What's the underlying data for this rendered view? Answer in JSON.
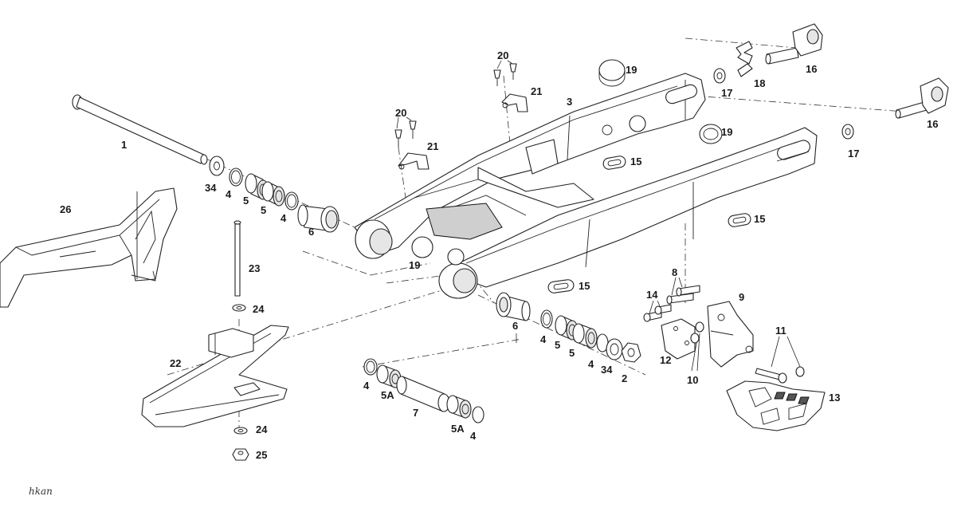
{
  "diagram": {
    "brand_mark": "hkan",
    "callouts": [
      {
        "id": "c1",
        "label": "1"
      },
      {
        "id": "c2",
        "label": "2"
      },
      {
        "id": "c3",
        "label": "3"
      },
      {
        "id": "c4a",
        "label": "4"
      },
      {
        "id": "c4b",
        "label": "4"
      },
      {
        "id": "c4c",
        "label": "4"
      },
      {
        "id": "c4d",
        "label": "4"
      },
      {
        "id": "c4e",
        "label": "4"
      },
      {
        "id": "c4f",
        "label": "4"
      },
      {
        "id": "c5a",
        "label": "5"
      },
      {
        "id": "c5b",
        "label": "5"
      },
      {
        "id": "c5c",
        "label": "5"
      },
      {
        "id": "c5d",
        "label": "5"
      },
      {
        "id": "c5Aa",
        "label": "5A"
      },
      {
        "id": "c5Ab",
        "label": "5A"
      },
      {
        "id": "c6a",
        "label": "6"
      },
      {
        "id": "c6b",
        "label": "6"
      },
      {
        "id": "c7",
        "label": "7"
      },
      {
        "id": "c8",
        "label": "8"
      },
      {
        "id": "c9",
        "label": "9"
      },
      {
        "id": "c10",
        "label": "10"
      },
      {
        "id": "c11",
        "label": "11"
      },
      {
        "id": "c12",
        "label": "12"
      },
      {
        "id": "c13",
        "label": "13"
      },
      {
        "id": "c14",
        "label": "14"
      },
      {
        "id": "c15a",
        "label": "15"
      },
      {
        "id": "c15b",
        "label": "15"
      },
      {
        "id": "c15c",
        "label": "15"
      },
      {
        "id": "c16a",
        "label": "16"
      },
      {
        "id": "c16b",
        "label": "16"
      },
      {
        "id": "c17a",
        "label": "17"
      },
      {
        "id": "c17b",
        "label": "17"
      },
      {
        "id": "c18",
        "label": "18"
      },
      {
        "id": "c19a",
        "label": "19"
      },
      {
        "id": "c19b",
        "label": "19"
      },
      {
        "id": "c19c",
        "label": "19"
      },
      {
        "id": "c20a",
        "label": "20"
      },
      {
        "id": "c20b",
        "label": "20"
      },
      {
        "id": "c21a",
        "label": "21"
      },
      {
        "id": "c21b",
        "label": "21"
      },
      {
        "id": "c22",
        "label": "22"
      },
      {
        "id": "c23",
        "label": "23"
      },
      {
        "id": "c24a",
        "label": "24"
      },
      {
        "id": "c24b",
        "label": "24"
      },
      {
        "id": "c25",
        "label": "25"
      },
      {
        "id": "c26",
        "label": "26"
      },
      {
        "id": "c34a",
        "label": "34"
      },
      {
        "id": "c34b",
        "label": "34"
      }
    ]
  }
}
